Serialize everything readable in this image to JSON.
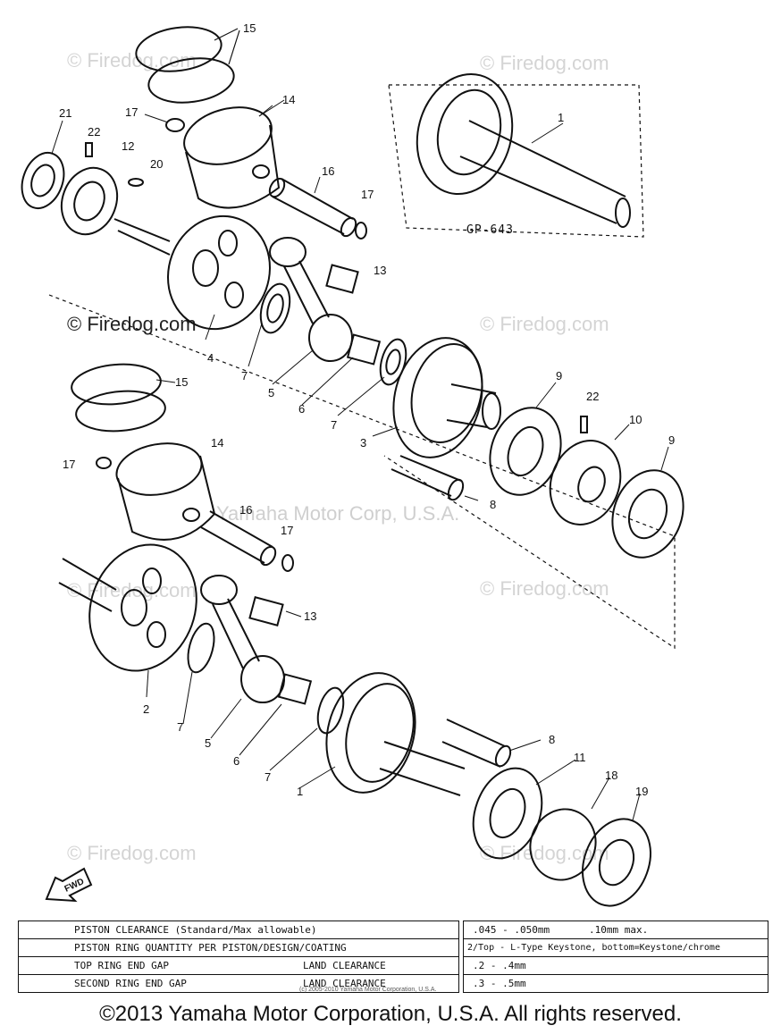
{
  "diagram": {
    "callouts": {
      "c15a": "15",
      "c14a": "14",
      "c17a": "17",
      "c21": "21",
      "c22a": "22",
      "c12": "12",
      "c20": "20",
      "c16a": "16",
      "c17b": "17",
      "c1a": "1",
      "c13a": "13",
      "c4": "4",
      "c7a": "7",
      "c5a": "5",
      "c6a": "6",
      "c7b": "7",
      "c3": "3",
      "c9a": "9",
      "c22b": "22",
      "c10": "10",
      "c9b": "9",
      "c8a": "8",
      "c15b": "15",
      "c14b": "14",
      "c17c": "17",
      "c16b": "16",
      "c17d": "17",
      "c13b": "13",
      "c2": "2",
      "c7c": "7",
      "c5b": "5",
      "c6b": "6",
      "c7d": "7",
      "c8b": "8",
      "c11": "11",
      "c1b": "1",
      "c18": "18",
      "c19": "19"
    },
    "gp_label": "GP-643",
    "fwd_label": "FWD"
  },
  "watermarks": {
    "w1": "© Firedog.com",
    "w2": "© Firedog.com",
    "w3": "© Firedog.com",
    "w4": "© Firedog.com",
    "w5": "© Firedog.com",
    "w6": "© Firedog.com",
    "w7": "© Firedog.com",
    "w8": "© Firedog.com",
    "center": "Yamaha Motor Corp, U.S.A."
  },
  "specs": {
    "rows": [
      {
        "left_a": "PISTON CLEARANCE (Standard/Max allowable)",
        "left_b": "",
        "right": ".045 - .050mm",
        "right2": ".10mm max."
      },
      {
        "left_a": "PISTON RING QUANTITY PER PISTON/DESIGN/COATING",
        "left_b": "",
        "right": "2/Top - L-Type Keystone, bottom=Keystone/chrome",
        "right2": ""
      },
      {
        "left_a": "TOP RING END GAP",
        "left_b": "LAND CLEARANCE",
        "right": ".2 - .4mm",
        "right2": ""
      },
      {
        "left_a": "SECOND RING END GAP",
        "left_b": "LAND CLEARANCE",
        "right": ".3 - .5mm",
        "right2": ""
      }
    ],
    "fine_print": "(c) 2005-2010 Yamaha Motor Corporation, U.S.A."
  },
  "copyright": "©2013 Yamaha Motor Corporation, U.S.A. All rights reserved."
}
